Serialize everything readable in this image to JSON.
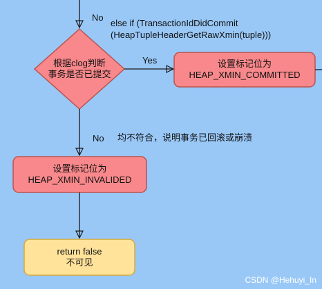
{
  "edges": {
    "top_no": "No",
    "condition_line1": "else if (TransactionIdDidCommit",
    "condition_line2": "(HeapTupleHeaderGetRawXmin(tuple)))",
    "yes": "Yes",
    "bottom_no": "No",
    "bottom_note": "均不符合，说明事务已回滚或崩溃"
  },
  "nodes": {
    "decision": {
      "line1": "根据clog判断",
      "line2": "事务是否已提交"
    },
    "committed": {
      "line1": "设置标记位为",
      "line2": "HEAP_XMIN_COMMITTED"
    },
    "invalided": {
      "line1": "设置标记位为",
      "line2": "HEAP_XMIN_INVALIDED"
    },
    "result": {
      "line1": "return false",
      "line2": "不可见"
    }
  },
  "colors": {
    "background": "#99c8f7",
    "process_fill": "#f8888b",
    "process_stroke": "#b85450",
    "terminal_fill": "#ffe39a",
    "terminal_stroke": "#d6a93a",
    "line": "#1a1a1a"
  },
  "watermark": "CSDN @Hehuyi_In"
}
